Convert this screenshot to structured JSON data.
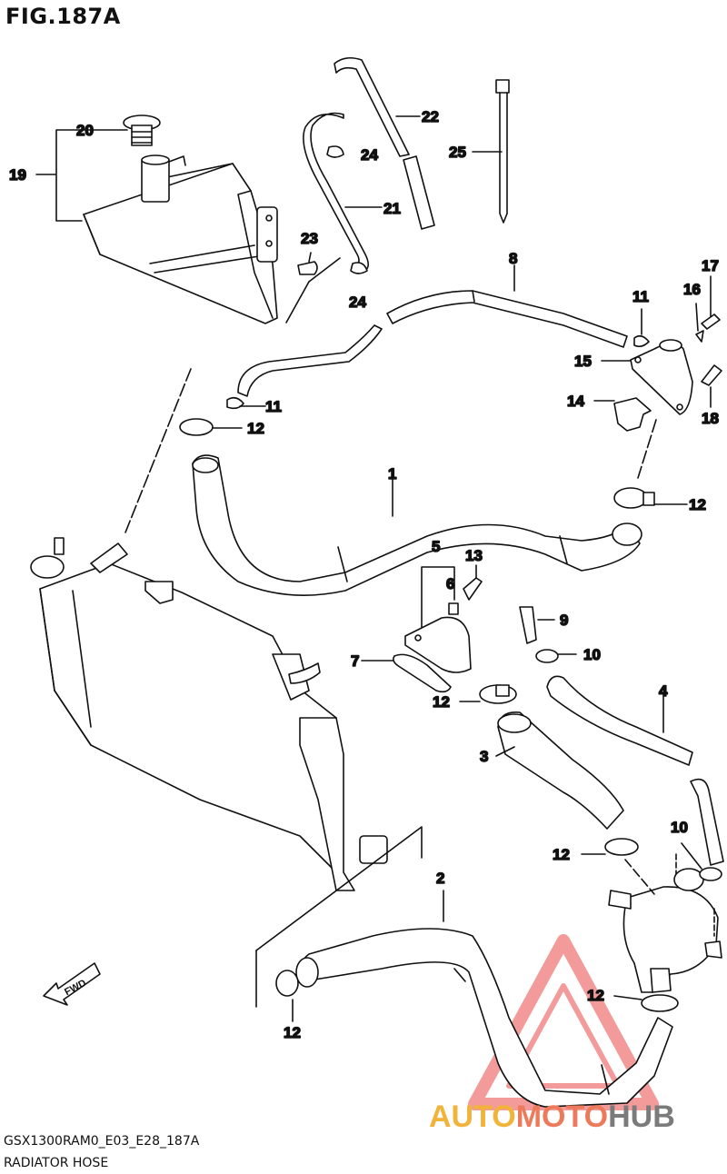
{
  "figure": {
    "title": "FIG.187A",
    "code": "GSX1300RAM0_E03_E28_187A",
    "name": "RADIATOR HOSE",
    "direction_badge": "FWD"
  },
  "watermark": {
    "brand_parts": [
      "AUTO",
      "MOTO",
      "HUB"
    ],
    "colors": {
      "auto": "#f2b33a",
      "moto": "#ee7a5c",
      "hub": "#7b7b7b",
      "triangle": "#ea4b4b"
    }
  },
  "callouts": {
    "c1": "1",
    "c2": "2",
    "c3": "3",
    "c4": "4",
    "c5": "5",
    "c6": "6",
    "c7": "7",
    "c8": "8",
    "c9": "9",
    "c10a": "10",
    "c10b": "10",
    "c11a": "11",
    "c11b": "11",
    "c12a": "12",
    "c12b": "12",
    "c12c": "12",
    "c12d": "12",
    "c12e": "12",
    "c12f": "12",
    "c13": "13",
    "c14": "14",
    "c15": "15",
    "c16": "16",
    "c17": "17",
    "c18": "18",
    "c19": "19",
    "c20": "20",
    "c21": "21",
    "c22": "22",
    "c23": "23",
    "c24a": "24",
    "c24b": "24",
    "c25": "25"
  }
}
